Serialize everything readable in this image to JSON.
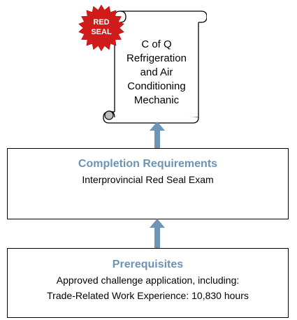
{
  "seal": {
    "line1": "RED",
    "line2": "SEAL"
  },
  "certificate": {
    "line1": "C of Q",
    "line2": "Refrigeration",
    "line3": "and Air",
    "line4": "Conditioning",
    "line5": "Mechanic"
  },
  "completion": {
    "title": "Completion Requirements",
    "text": "Interprovincial Red Seal Exam"
  },
  "prerequisites": {
    "title": "Prerequisites",
    "line1": "Approved challenge application, including:",
    "line2": "Trade-Related Work Experience: 10,830 hours"
  },
  "colors": {
    "title_blue": "#6b93b4",
    "arrow_blue": "#6e95b7",
    "seal_red": "#d11a1a"
  }
}
